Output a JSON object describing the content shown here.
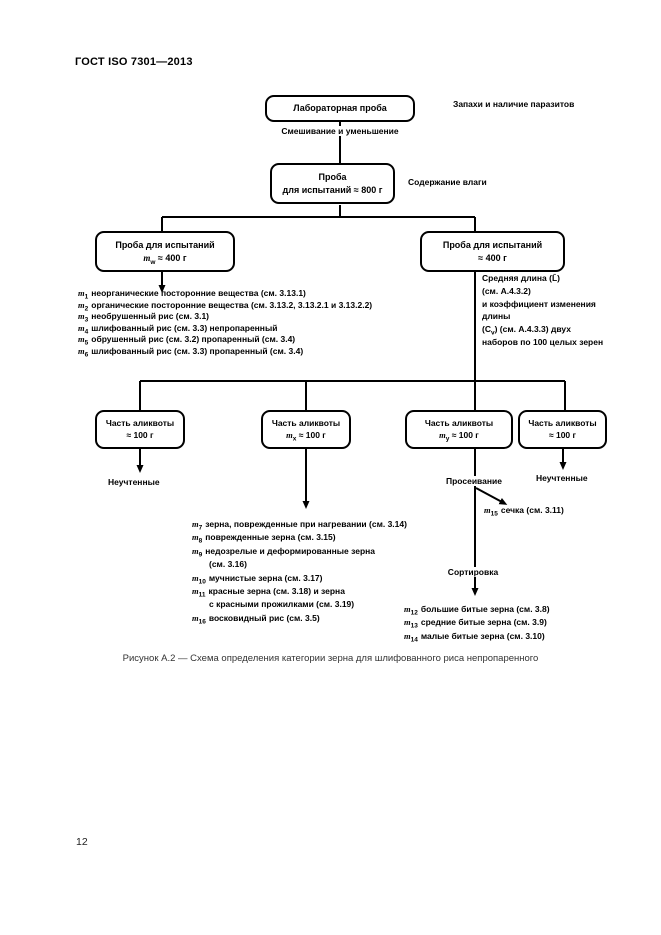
{
  "page": {
    "header": "ГОСТ ISO 7301—2013",
    "page_number": "12",
    "caption": "Рисунок А.2 — Схема определения категории зерна для шлифованного риса непропаренного"
  },
  "colors": {
    "line": "#000000",
    "background": "#ffffff",
    "text": "#000000"
  },
  "flowchart": {
    "nodes": {
      "lab_sample": {
        "line1": "Лабораторная проба"
      },
      "test_800": {
        "line1": "Проба",
        "line2": "для испытаний ≈ 800 г"
      },
      "test_400_left": {
        "line1": "Проба для испытаний",
        "formula": {
          "var": "m",
          "sub": "w",
          "rest": " ≈ 400 г"
        }
      },
      "test_400_right": {
        "line1": "Проба для испытаний",
        "line2": "≈ 400 г"
      },
      "aliquot_1": {
        "line1": "Часть аликвоты",
        "line2": "≈ 100 г"
      },
      "aliquot_2": {
        "line1": "Часть аликвоты",
        "formula": {
          "var": "m",
          "sub": "x",
          "rest": " ≈ 100 г"
        }
      },
      "aliquot_3": {
        "line1": "Часть аликвоты",
        "formula": {
          "var": "m",
          "sub": "y",
          "rest": " ≈ 100 г"
        }
      },
      "aliquot_4": {
        "line1": "Часть аликвоты",
        "line2": "≈ 100 г"
      }
    },
    "edge_labels": {
      "mixing": "Смешивание и уменьшение",
      "odors": "Запахи и наличие паразитов",
      "moisture": "Содержание влаги",
      "unaccounted_left": "Неучтенные",
      "unaccounted_right": "Неучтенные",
      "sieving": "Просеивание",
      "sorting": "Сортировка"
    },
    "notes": {
      "length_block": {
        "line1": "Средняя длина (L̄)",
        "line2": "(см. А.4.3.2)",
        "line3": "и коэффициент изменения",
        "line4": "длины",
        "cv_line": {
          "pre": "(C",
          "sub": "v",
          "post": ") (см. А.4.3.3) двух"
        },
        "line6": "наборов по 100 целых зерен"
      },
      "m15": {
        "var": "m",
        "sub": "15",
        "text": "сечка (см. 3.11)"
      }
    },
    "lists": {
      "components_400g": [
        {
          "var": "m",
          "sub": "1",
          "text": "неорганические посторонние вещества (см. 3.13.1)"
        },
        {
          "var": "m",
          "sub": "2",
          "text": "органические посторонние вещества (см. 3.13.2, 3.13.2.1 и 3.13.2.2)"
        },
        {
          "var": "m",
          "sub": "3",
          "text": "необрушенный рис (см. 3.1)"
        },
        {
          "var": "m",
          "sub": "4",
          "text": "шлифованный рис (см. 3.3) непропаренный"
        },
        {
          "var": "m",
          "sub": "5",
          "text": "обрушенный рис (см. 3.2) пропаренный (см. 3.4)"
        },
        {
          "var": "m",
          "sub": "6",
          "text": "шлифованный рис (см. 3.3) пропаренный (см. 3.4)"
        }
      ],
      "defects_100g": [
        {
          "var": "m",
          "sub": "7",
          "text": "зерна, поврежденные при нагревании (см. 3.14)"
        },
        {
          "var": "m",
          "sub": "8",
          "text": "поврежденные зерна (см. 3.15)"
        },
        {
          "var": "m",
          "sub": "9",
          "text": "недозрелые и деформированные зерна"
        },
        {
          "var": "",
          "sub": "",
          "text": "(см. 3.16)"
        },
        {
          "var": "m",
          "sub": "10",
          "text": "мучнистые зерна (см. 3.17)"
        },
        {
          "var": "m",
          "sub": "11",
          "text": "красные зерна (см. 3.18) и зерна"
        },
        {
          "var": "",
          "sub": "",
          "text": "с красными прожилками (см. 3.19)"
        },
        {
          "var": "m",
          "sub": "16",
          "text": "восковидный рис (см. 3.5)"
        }
      ],
      "broken_kernels": [
        {
          "var": "m",
          "sub": "12",
          "text": "большие битые зерна (см. 3.8)"
        },
        {
          "var": "m",
          "sub": "13",
          "text": "средние битые зерна (см. 3.9)"
        },
        {
          "var": "m",
          "sub": "14",
          "text": "малые битые зерна (см. 3.10)"
        }
      ]
    }
  }
}
